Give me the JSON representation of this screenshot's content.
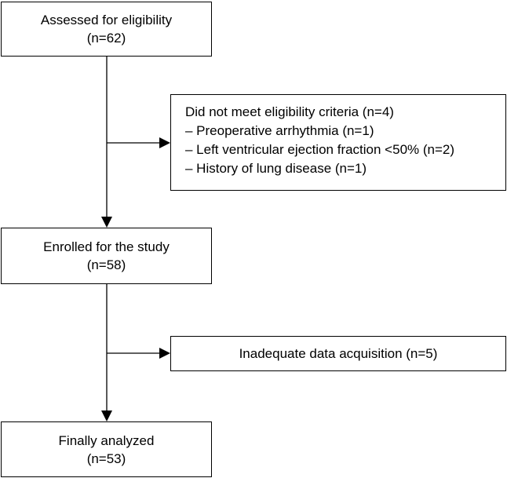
{
  "nodes": {
    "assessed": {
      "title": "Assessed for eligibility",
      "count": "(n=62)"
    },
    "excluded": {
      "title": "Did not meet eligibility criteria (n=4)",
      "reasons": [
        "– Preoperative arrhythmia (n=1)",
        "– Left ventricular ejection fraction <50% (n=2)",
        "– History of lung disease (n=1)"
      ]
    },
    "enrolled": {
      "title": "Enrolled for the study",
      "count": "(n=58)"
    },
    "inadequate": {
      "title": "Inadequate data acquisition (n=5)"
    },
    "analyzed": {
      "title": "Finally analyzed",
      "count": "(n=53)"
    }
  },
  "colors": {
    "stroke": "#000000",
    "background": "#ffffff"
  }
}
